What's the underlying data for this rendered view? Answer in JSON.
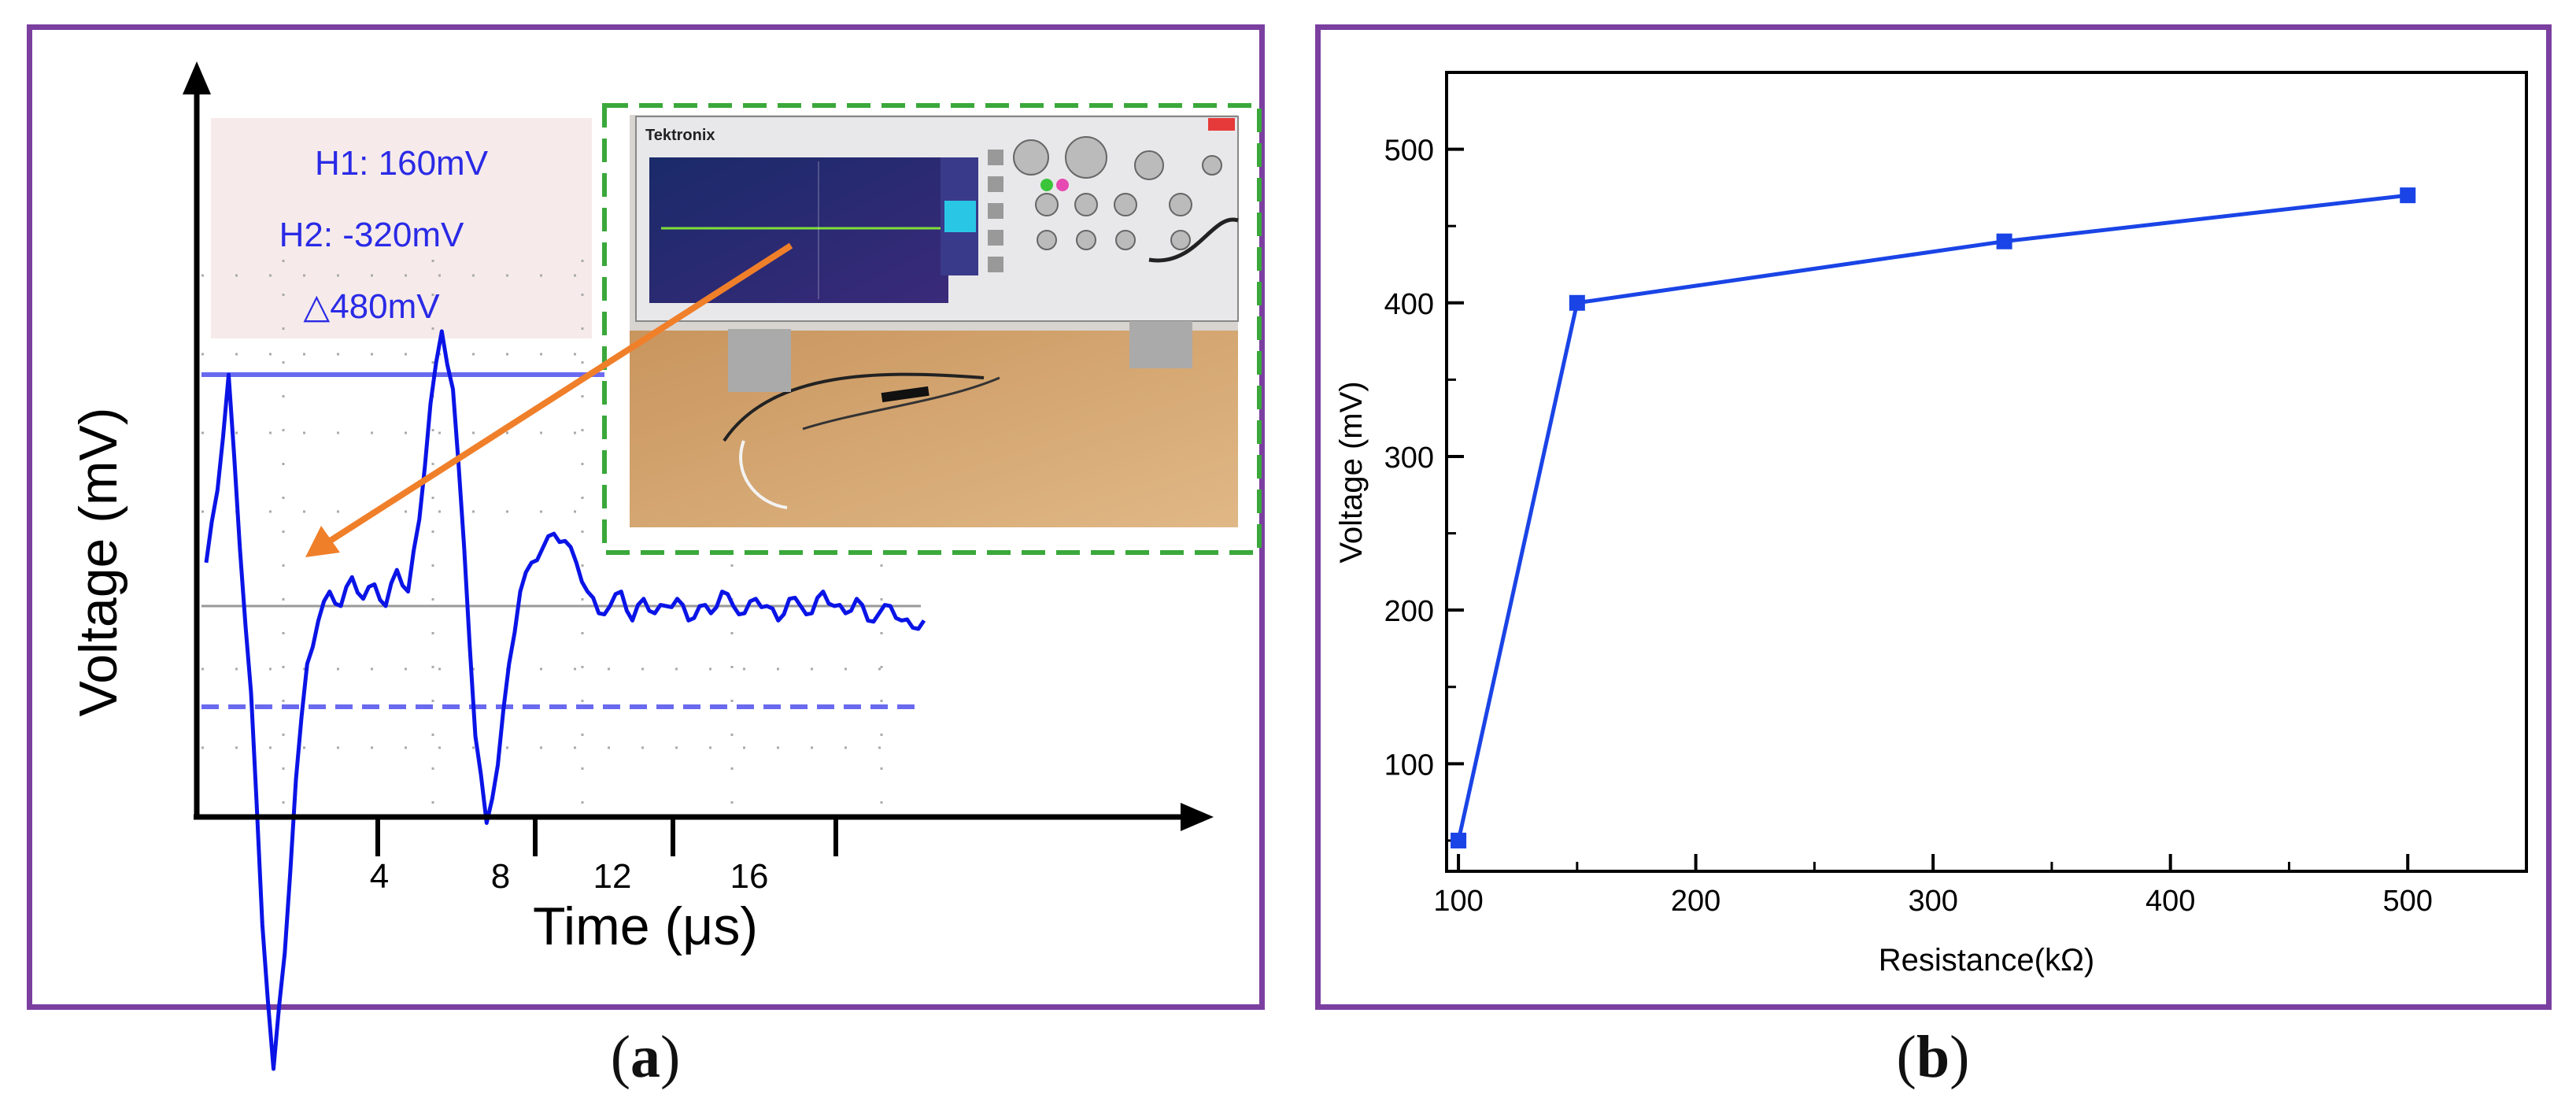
{
  "captions": {
    "a_open": "(",
    "a_letter": "a",
    "a_close": ")",
    "b_open": "(",
    "b_letter": "b",
    "b_close": ")"
  },
  "colors": {
    "frame": "#7b3fa0",
    "signal": "#0a14e6",
    "arrow": "#f07f2a",
    "inset_border": "#3aa83a",
    "line_b": "#1a44e6"
  },
  "chart_data": [
    {
      "type": "line",
      "panel": "a",
      "xlabel": "Time (μs)",
      "ylabel": "Voltage (mV)",
      "x_ticks": [
        "4",
        "8",
        "12",
        "16"
      ],
      "annotations": [
        "H1: 160mV",
        "H2: -320mV",
        "△480mV"
      ],
      "h1_mv": 160,
      "h2_mv": -320,
      "delta_mv": 480,
      "inset": "photo-of-oscilloscope",
      "inset_brand": "Tektronix",
      "series": [
        {
          "x": [
            0,
            0.3,
            0.6,
            0.9,
            1.2,
            1.5,
            1.8,
            2.1,
            2.4,
            2.7,
            3.0,
            3.3,
            3.6,
            3.9,
            4.2,
            4.5,
            4.8,
            5.1,
            5.4,
            5.7,
            6.0,
            6.3,
            6.6,
            6.9,
            7.2,
            7.5,
            7.8,
            8.1,
            8.4,
            8.7,
            9.0,
            9.3,
            9.6,
            9.9,
            10.2,
            10.5,
            10.8,
            11.1,
            11.4,
            11.7,
            12.0,
            12.3,
            12.6,
            12.9,
            13.2,
            13.5,
            13.8,
            14.1,
            14.4,
            14.7,
            15.0,
            15.3,
            15.6,
            15.9,
            16.2,
            16.5,
            16.8,
            17.1,
            17.4,
            17.7,
            18.0,
            18.3,
            18.6,
            18.9,
            19.2
          ],
          "values": [
            30,
            80,
            160,
            40,
            -60,
            -220,
            -320,
            -240,
            -120,
            -40,
            -10,
            10,
            0,
            20,
            5,
            15,
            0,
            25,
            10,
            60,
            140,
            190,
            150,
            40,
            -90,
            -150,
            -110,
            -40,
            10,
            30,
            40,
            50,
            45,
            30,
            10,
            -5,
            0,
            10,
            -10,
            5,
            -5,
            0,
            5,
            -10,
            0,
            -5,
            10,
            0,
            -5,
            5,
            0,
            -10,
            5,
            0,
            -5,
            10,
            0,
            -5,
            5,
            -10,
            -5,
            0,
            -10,
            -15,
            -10
          ]
        }
      ]
    },
    {
      "type": "line",
      "panel": "b",
      "xlabel": "Resistance(kΩ)",
      "ylabel": "Voltage (mV)",
      "xlim": [
        95,
        550
      ],
      "ylim": [
        30,
        550
      ],
      "x_ticks": [
        100,
        200,
        300,
        400,
        500
      ],
      "y_ticks": [
        100,
        200,
        300,
        400,
        500
      ],
      "series": [
        {
          "x": [
            100,
            150,
            330,
            500
          ],
          "values": [
            50,
            400,
            440,
            470
          ]
        }
      ]
    }
  ]
}
